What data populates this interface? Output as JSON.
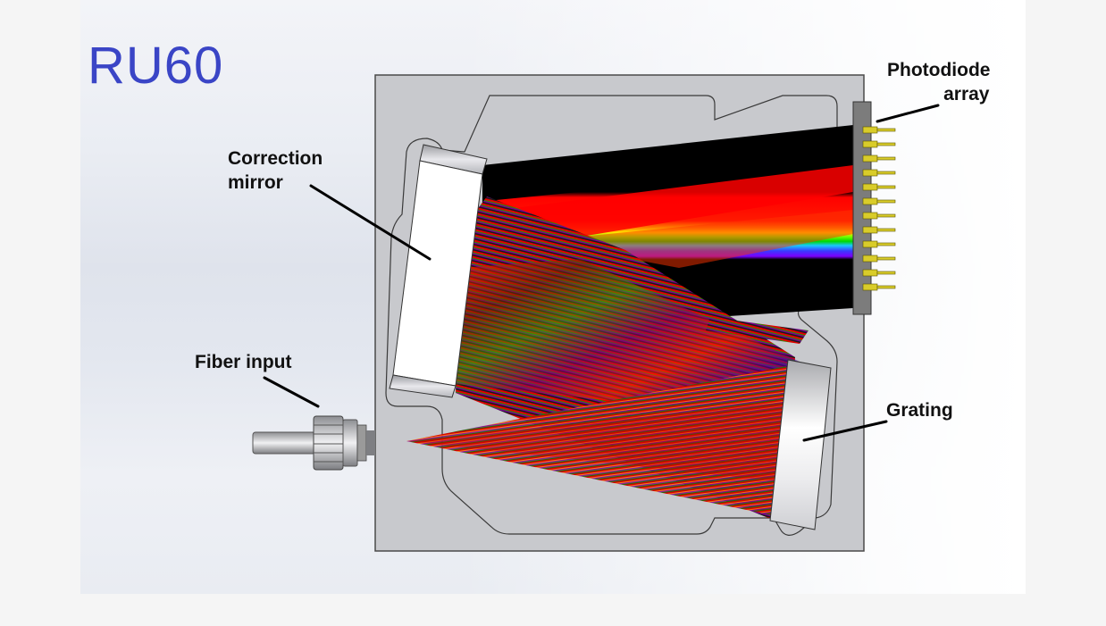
{
  "title": "RU60",
  "labels": {
    "photodiode_array": {
      "line1": "Photodiode",
      "line2": "array"
    },
    "correction_mirror": {
      "line1": "Correction",
      "line2": "mirror"
    },
    "fiber_input": {
      "line1": "Fiber input"
    },
    "grating": {
      "line1": "Grating"
    }
  },
  "colors": {
    "title": "#3a45c6",
    "housing": "#c8c9cd",
    "housing_outline": "#4a4a4a",
    "photodiode_board": "#7c7c7c",
    "photodiode_pins": "#d9cc2a",
    "spectrum": [
      "#ff0000",
      "#ff6a00",
      "#ffe600",
      "#7dff00",
      "#00e000",
      "#19c8ff",
      "#3a3aff",
      "#7a00ff"
    ]
  },
  "photodiode_pin_count": 12
}
